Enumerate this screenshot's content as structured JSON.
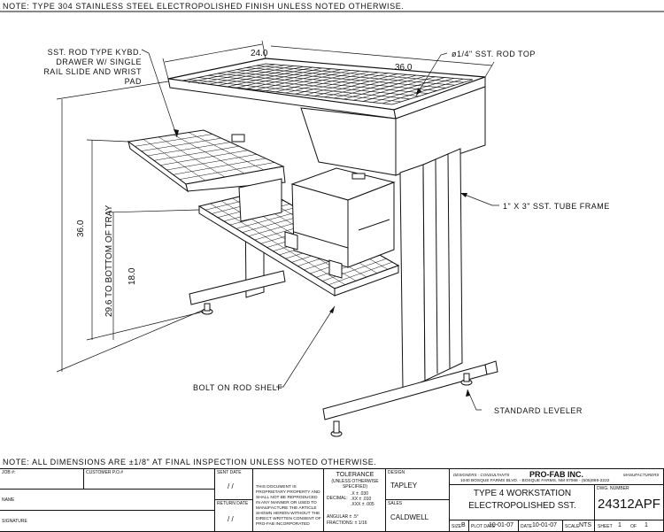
{
  "notes": {
    "top": "NOTE:  TYPE 304 STAINLESS STEEL ELECTROPOLISHED FINISH UNLESS NOTED OTHERWISE.",
    "bottom": "NOTE:  ALL DIMENSIONS ARE ±1/8\" AT FINAL INSPECTION UNLESS NOTED OTHERWISE."
  },
  "callouts": {
    "keyboard_drawer": [
      "SST. ROD TYPE KYBD.",
      "DRAWER W/ SINGLE",
      "RAIL SLIDE AND WRIST",
      "PAD"
    ],
    "rod_top": "ø1/4\" SST. ROD TOP",
    "tube_frame": "1\" X 3\" SST. TUBE FRAME",
    "rod_shelf": "BOLT ON ROD SHELF",
    "leveler": "STANDARD LEVELER"
  },
  "dimensions": {
    "width": "24.0",
    "depth": "36.0",
    "height": "36.0",
    "tray_height": "29.6 TO BOTTOM OF TRAY",
    "shelf_height": "18.0"
  },
  "title_block": {
    "job_label": "JOB #:",
    "customer_po_label": "CUSTOMER P.O.#",
    "name_label": "NAME",
    "signature_label": "SIGNATURE",
    "sent_date_label": "SENT DATE",
    "sent_date_value": "/  /",
    "return_date_label": "RETURN DATE",
    "return_date_value": "/  /",
    "proprietary_text": "THIS DOCUMENT IS PROPRIETARY PROPERTY AND SHALL NOT BE REPRODUCED IN ANY MANNER OR USED TO MANUFACTURE THE ARTICLE SHOWN HEREIN WITHOUT THE DIRECT WRITTEN CONSENT OF PRO-FAB INCORPORATED",
    "tolerance_title": "TOLERANCE",
    "tolerance_sub": "(UNLESS OTHERWISE SPECIFIED)",
    "decimal_label": "DECIMAL:",
    "decimal_values": [
      ".X  ± .030",
      ".XX  ± .010",
      ".XXX  ± .005"
    ],
    "angular": "ANGULAR      ± .5°",
    "fractions": "FRACTIONS:    ± 1/16",
    "design_label": "DESIGN",
    "design_value": "TAPLEY",
    "sales_label": "SALES",
    "sales_value": "CALDWELL",
    "company_role_left": "DESIGNERS - CONSULTANTS",
    "company_name": "PRO-FAB INC.",
    "company_role_right": "MANUFACTURERS",
    "company_address": "1040 BOSQUE FARMS BLVD. - BOSQUE FARMS, NM 87068 - (505)869-2222",
    "drawing_title_1": "TYPE 4 WORKSTATION",
    "drawing_title_2": "ELECTROPOLISHED SST.",
    "dwg_number_label": "DWG. NUMBER",
    "dwg_number": "24312APF",
    "size_label": "SIZE",
    "size_value": "B",
    "plot_date_label": "PLOT DATE",
    "plot_date": "10-01-07",
    "date_label": "DATE",
    "date": "10-01-07",
    "scale_label": "SCALE",
    "scale": "NTS",
    "sheet_label": "SHEET",
    "sheet": "1",
    "of_label": "OF",
    "sheet_total": "1"
  }
}
